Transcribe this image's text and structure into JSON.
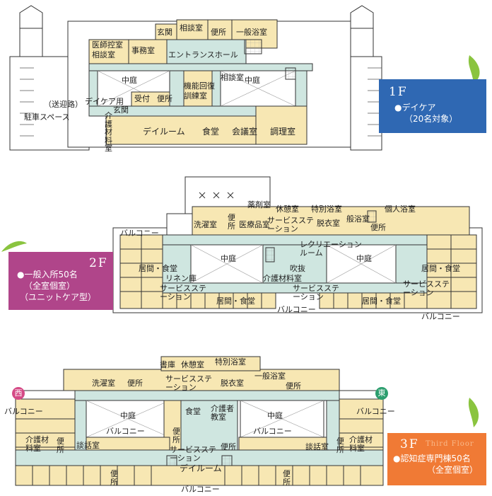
{
  "floor1": {
    "rooms": {
      "genkan_top": "玄関",
      "soudan_top": "相談室",
      "benjo_top": "便所",
      "ippan_yokushitsu": "一般浴室",
      "ishi_hikae": "医師控室",
      "soudan_left": "相談室",
      "jimushitsu": "事務室",
      "entrance_hall": "エントランスホール",
      "chutei_left": "中庭",
      "chutei_right": "中庭",
      "kinou_kaifuku": "機能回復",
      "kunrenshitsu": "訓練室",
      "soudan_center": "相談室",
      "sougeiro": "（送迎路）",
      "daycare_you": "デイケア用",
      "uketsuke": "受付",
      "benjo_mid": "便所",
      "genkan_mid": "玄関",
      "chusha_space": "駐車スペース",
      "kaigo_zairyou": "介護材料室",
      "dayroom": "デイルーム",
      "shokudou": "食堂",
      "kaigishitsu": "会議室",
      "chourishitsu": "調理室"
    },
    "panel": {
      "floor": "1F",
      "line1": "●デイケア",
      "line2": "（20名対象）",
      "color": "#2f68b3"
    }
  },
  "floor2": {
    "rooms": {
      "yakuzai": "薬剤室",
      "kyuukei": "休憩室",
      "tokubetsu_yoku": "特別浴室",
      "kojin_yoku": "個人浴室",
      "ippan_yoku": "般浴室",
      "balcony_tl": "バルコニー",
      "sentaku": "洗濯室",
      "benjo_a": "便所",
      "iryou_hin": "医療品室",
      "service_st_top": "サービスステーション",
      "datsui": "脱衣室",
      "benjo_b": "便所",
      "recreation": "レクリエーションルーム",
      "chutei_l": "中庭",
      "chutei_r": "中庭",
      "kyoma_l": "居間・食堂",
      "kyoma_r": "居間・食堂",
      "linen": "リネン庫",
      "service_st_l": "サービスステーション",
      "fukinuke": "吹抜",
      "kaigo_zairyou": "介護材料室",
      "service_st_r": "サービスステーション",
      "service_st_rr": "サービスステーション",
      "kyoma_bl": "居間・食堂",
      "kyoma_br": "居間・食堂",
      "balcony_c": "バルコニー",
      "balcony_br": "バルコニー"
    },
    "panel": {
      "floor": "2F",
      "line1": "●一般入所50名",
      "line2": "（全室個室）",
      "line3": "（ユニットケア型）",
      "color": "#b0458a"
    }
  },
  "floor3": {
    "rooms": {
      "shoko": "書庫",
      "kyuukei": "休憩室",
      "tokubetsu_yoku": "特別浴室",
      "sentaku": "洗濯室",
      "benjo_a": "便所",
      "service_st_top": "サービスステーション",
      "ippan_yoku": "一般浴室",
      "datsui": "脱衣室",
      "benjo_b": "便所",
      "west_badge": "西",
      "east_badge": "東",
      "balcony_w": "バルコニー",
      "balcony_e": "バルコニー",
      "chutei_l": "中庭",
      "chutei_r": "中庭",
      "shokudou": "食堂",
      "kaigosha_kyoushitsu": "介護者教室",
      "balcony_il": "バルコニー",
      "balcony_ir": "バルコニー",
      "kaigo_zairyou_l": "介護材料室",
      "benjo_l": "便所",
      "danwa_l": "談話室",
      "benjo_cl": "便所",
      "service_st_c": "サービスステーション",
      "benjo_cr": "便所",
      "danwa_r": "談話室",
      "benjo_r": "便所",
      "kaigo_zairyou_r": "介護材料室",
      "dayroom": "デイルーム",
      "benjo_bl": "便所",
      "benjo_br": "便所",
      "balcony_bottom": "バルコニー"
    },
    "panel": {
      "floor": "3F",
      "ghost": "Third Floor",
      "line1": "●認知症専門棟50名",
      "line2": "（全室個室）",
      "color": "#f07a35"
    }
  },
  "colors": {
    "room": "#f7e7b3",
    "corridor": "#cfe6e0",
    "line": "#333333",
    "leaf": "#8ac43f"
  }
}
